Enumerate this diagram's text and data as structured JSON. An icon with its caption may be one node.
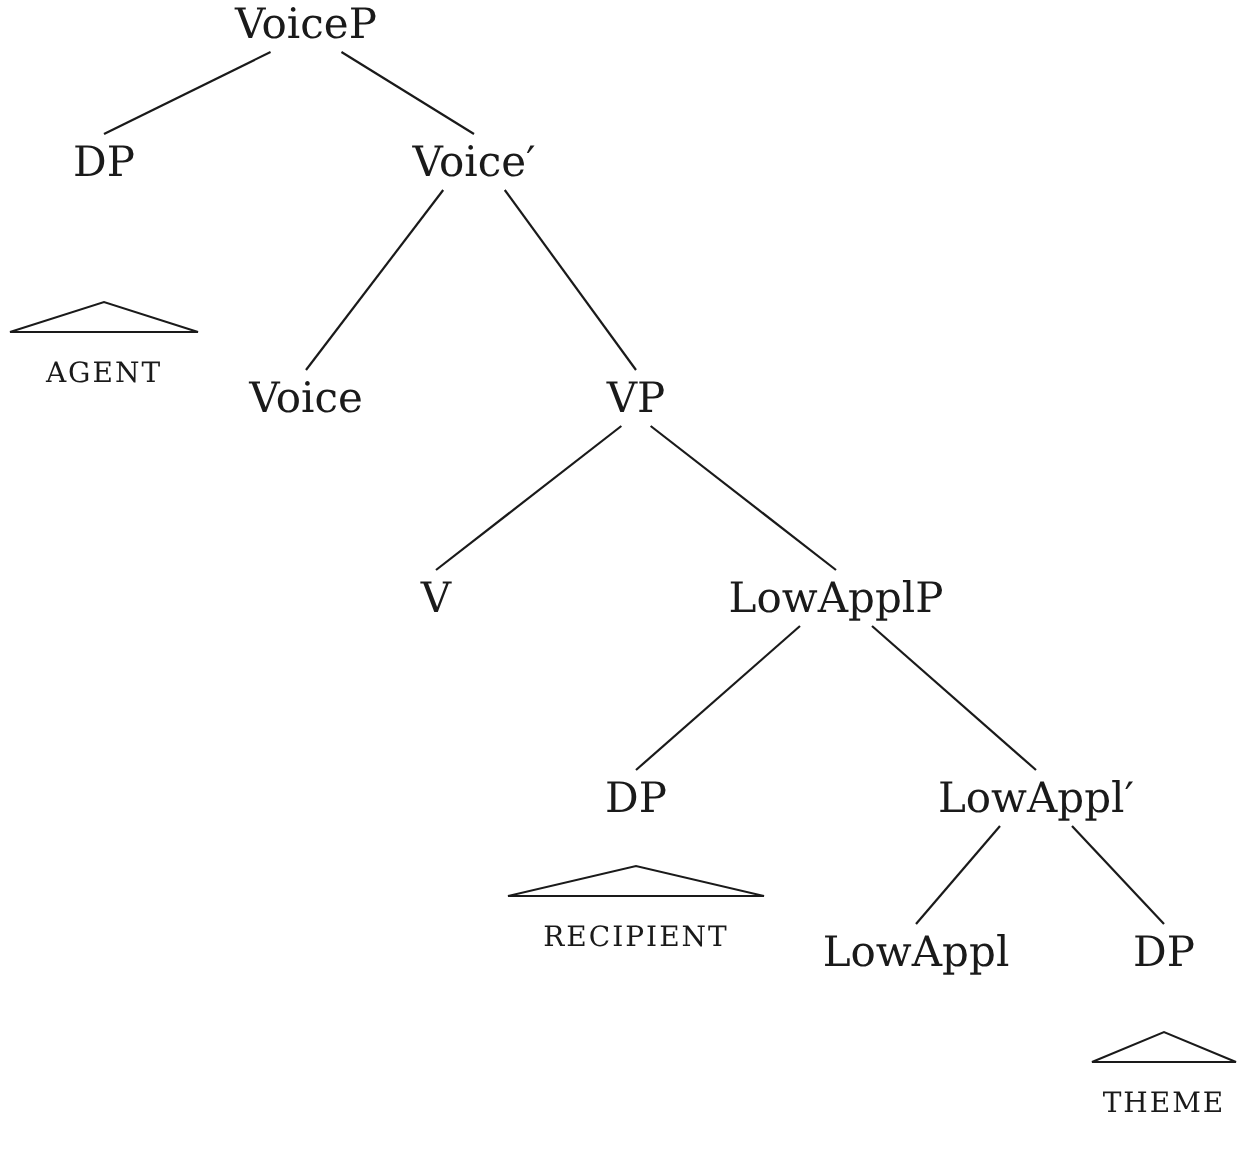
{
  "diagram": {
    "nodes": [
      {
        "text": [
          "VoiceP"
        ]
      },
      {
        "text": [
          "DP"
        ]
      },
      {
        "text": [
          "Voice′"
        ]
      },
      {
        "text": [
          "AGENT"
        ]
      },
      {
        "text": [
          "Voice"
        ]
      },
      {
        "text": [
          "VP"
        ]
      },
      {
        "text": [
          "V"
        ]
      },
      {
        "text": [
          "LowApplP"
        ]
      },
      {
        "text": [
          "DP"
        ]
      },
      {
        "text": [
          "LowAppl′"
        ]
      },
      {
        "text": [
          "RECIPIENT"
        ]
      },
      {
        "text": [
          "LowAppl"
        ]
      },
      {
        "text": [
          "DP"
        ]
      },
      {
        "text": [
          "THEME"
        ]
      }
    ],
    "edges": [
      {
        "from": 0,
        "to": 1,
        "arrow": "none"
      },
      {
        "from": 0,
        "to": 2,
        "arrow": "none"
      },
      {
        "from": 2,
        "to": 4,
        "arrow": "none"
      },
      {
        "from": 2,
        "to": 5,
        "arrow": "none"
      },
      {
        "from": 5,
        "to": 6,
        "arrow": "none"
      },
      {
        "from": 5,
        "to": 7,
        "arrow": "none"
      },
      {
        "from": 7,
        "to": 8,
        "arrow": "none"
      },
      {
        "from": 7,
        "to": 9,
        "arrow": "none"
      },
      {
        "from": 9,
        "to": 11,
        "arrow": "none"
      },
      {
        "from": 9,
        "to": 12,
        "arrow": "none"
      }
    ]
  }
}
